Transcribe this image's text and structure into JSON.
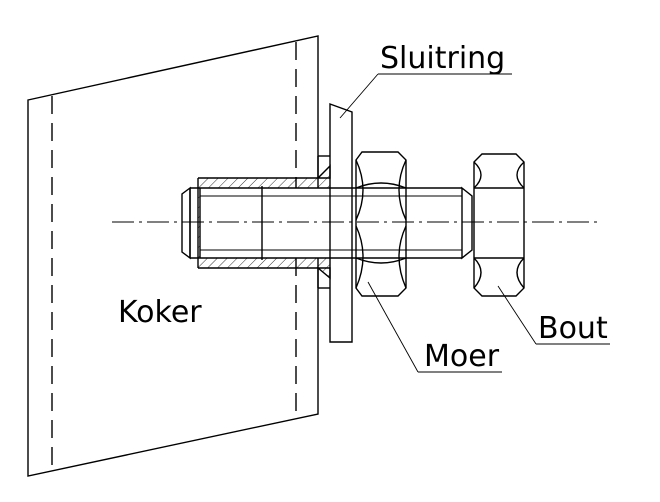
{
  "labels": {
    "washer": "Sluitring",
    "tube": "Koker",
    "nut": "Moer",
    "bolt": "Bout"
  }
}
